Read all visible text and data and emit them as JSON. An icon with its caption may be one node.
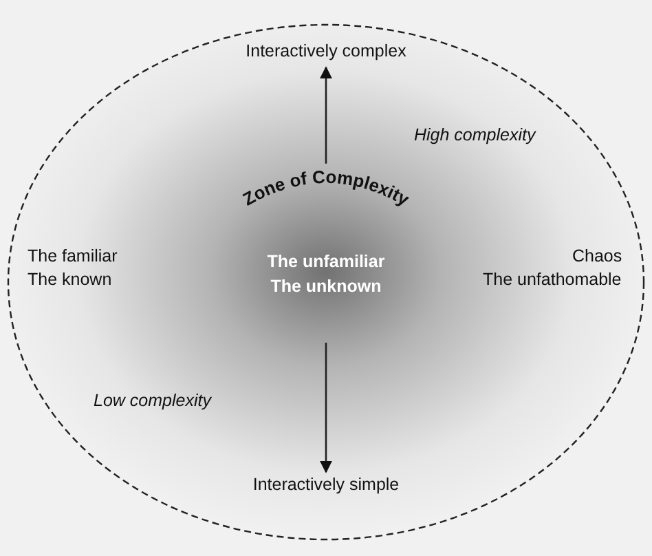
{
  "diagram": {
    "nodes": [
      {
        "text": [],
        "shape": "ellipse"
      },
      {
        "text": [
          "Interactively complex"
        ],
        "in": 0
      },
      {
        "text": [
          "Zone of Complexity"
        ],
        "in": 0
      },
      {
        "text": [
          "The unfamiliar",
          "The unknown"
        ],
        "in": 0
      },
      {
        "text": [
          "Interactively simple"
        ],
        "in": 0
      }
    ],
    "edges": [
      {
        "from": 2,
        "to": 1,
        "arrow": "to"
      },
      {
        "from": 3,
        "to": 4,
        "arrow": "to"
      }
    ],
    "labels": [
      "High complexity",
      "The familiar",
      "The known",
      "Chaos",
      "The unfathomable",
      "Low complexity"
    ]
  }
}
